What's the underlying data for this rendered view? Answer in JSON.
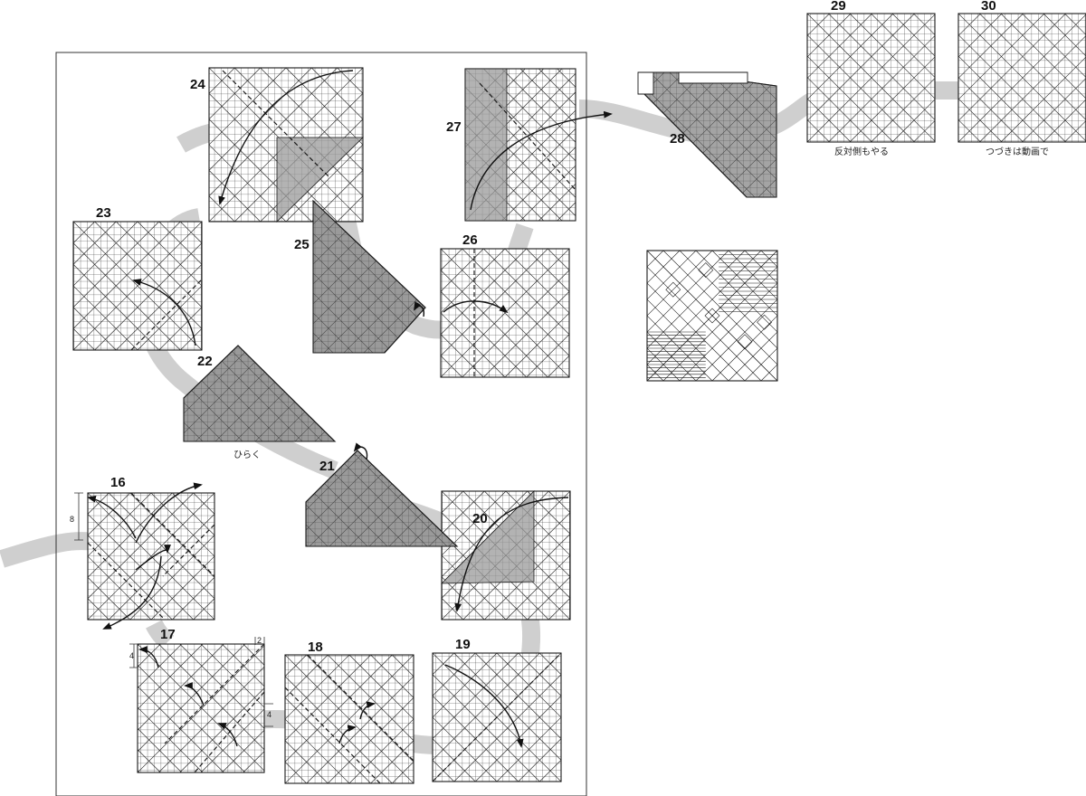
{
  "diagram": {
    "steps": [
      {
        "id": "s16",
        "number": "16",
        "kind": "square",
        "dashes": "d2",
        "arrows": "a16",
        "dim": "8"
      },
      {
        "id": "s17",
        "number": "17",
        "kind": "square",
        "dashes": "d2",
        "arrows": "a17",
        "dim": "4",
        "dim_top": "2",
        "dim_right": "4"
      },
      {
        "id": "s18",
        "number": "18",
        "kind": "square",
        "dashes": "d3",
        "arrows": "a18"
      },
      {
        "id": "s19",
        "number": "19",
        "kind": "square",
        "dashes": "d1",
        "arrows": "a19"
      },
      {
        "id": "s20",
        "number": "20",
        "kind": "square-fold",
        "arrows": "a20"
      },
      {
        "id": "s21",
        "number": "21",
        "kind": "shape",
        "arrows": "a21"
      },
      {
        "id": "s22",
        "number": "22",
        "kind": "shape",
        "caption": "ひらく"
      },
      {
        "id": "s23",
        "number": "23",
        "kind": "square",
        "dashes": "d4",
        "arrows": "a23"
      },
      {
        "id": "s24",
        "number": "24",
        "kind": "square-fold",
        "arrows": "a24"
      },
      {
        "id": "s25",
        "number": "25",
        "kind": "shape",
        "arrows": "a25"
      },
      {
        "id": "s26",
        "number": "26",
        "kind": "square",
        "dashes": "d5",
        "arrows": "a26"
      },
      {
        "id": "s27",
        "number": "27",
        "kind": "square-strip",
        "arrows": "a27"
      },
      {
        "id": "s28",
        "number": "28",
        "kind": "shape"
      },
      {
        "id": "s29",
        "number": "29",
        "kind": "square",
        "caption": "反対側もやる"
      },
      {
        "id": "s30",
        "number": "30",
        "kind": "square",
        "caption": "つづきは動画で"
      }
    ],
    "crease_pattern": {
      "kind": "crease-pattern"
    },
    "colors": {
      "paper": "#ffffff",
      "shade": "#9a9a9a",
      "shade_light": "#a8a8a8",
      "line": "#1a1a1a",
      "path": "#cfcfcf",
      "frame": "#333333"
    }
  }
}
